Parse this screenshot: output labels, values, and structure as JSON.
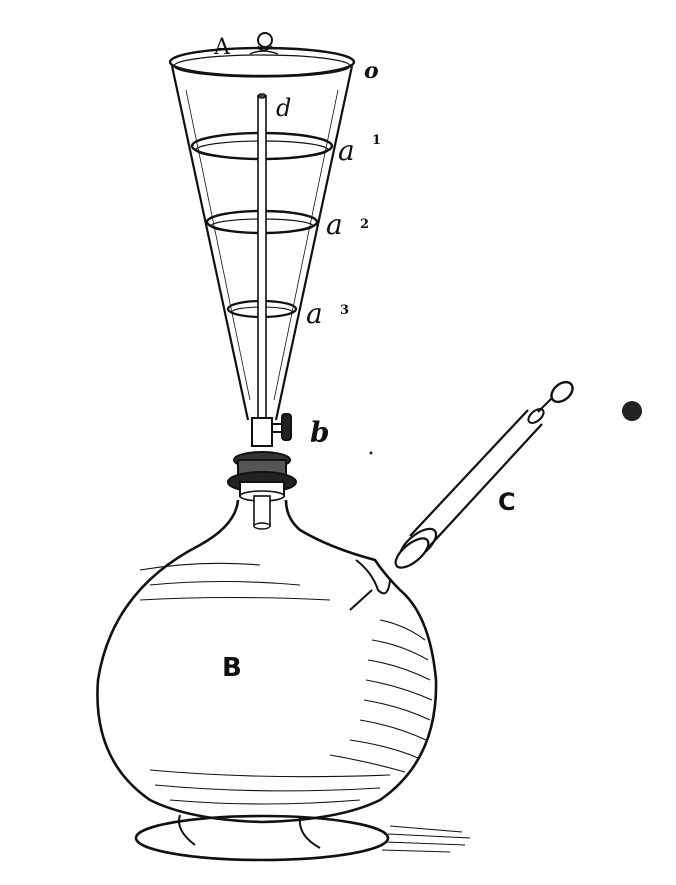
{
  "figure": {
    "labels": {
      "A": "A",
      "o": "o",
      "d": "d",
      "a1_letter": "a",
      "a1_sup": "1",
      "a2_letter": "a",
      "a2_sup": "2",
      "a3_letter": "a",
      "a3_sup": "3",
      "b": "b",
      "B": "B",
      "C": "C"
    },
    "colors": {
      "ink": "#111111",
      "paper": "#ffffff"
    }
  }
}
